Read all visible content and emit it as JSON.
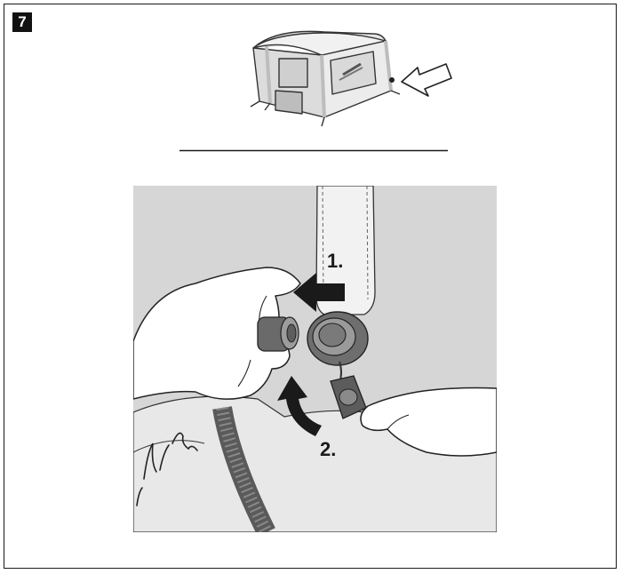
{
  "instruction": {
    "step_number": "7",
    "callouts": {
      "first": "1.",
      "second": "2."
    }
  },
  "icons": {
    "step_badge": "step-number-badge",
    "overview_image": "inflatable-tent-icon",
    "pointer_arrow": "arrow-pointing-left-icon",
    "push_arrow": "arrow-push-in-icon",
    "cap_arrow": "curved-arrow-icon"
  },
  "colors": {
    "badge_bg": "#111111",
    "detail_bg": "#d6d6d6",
    "ink": "#1a1a1a"
  }
}
